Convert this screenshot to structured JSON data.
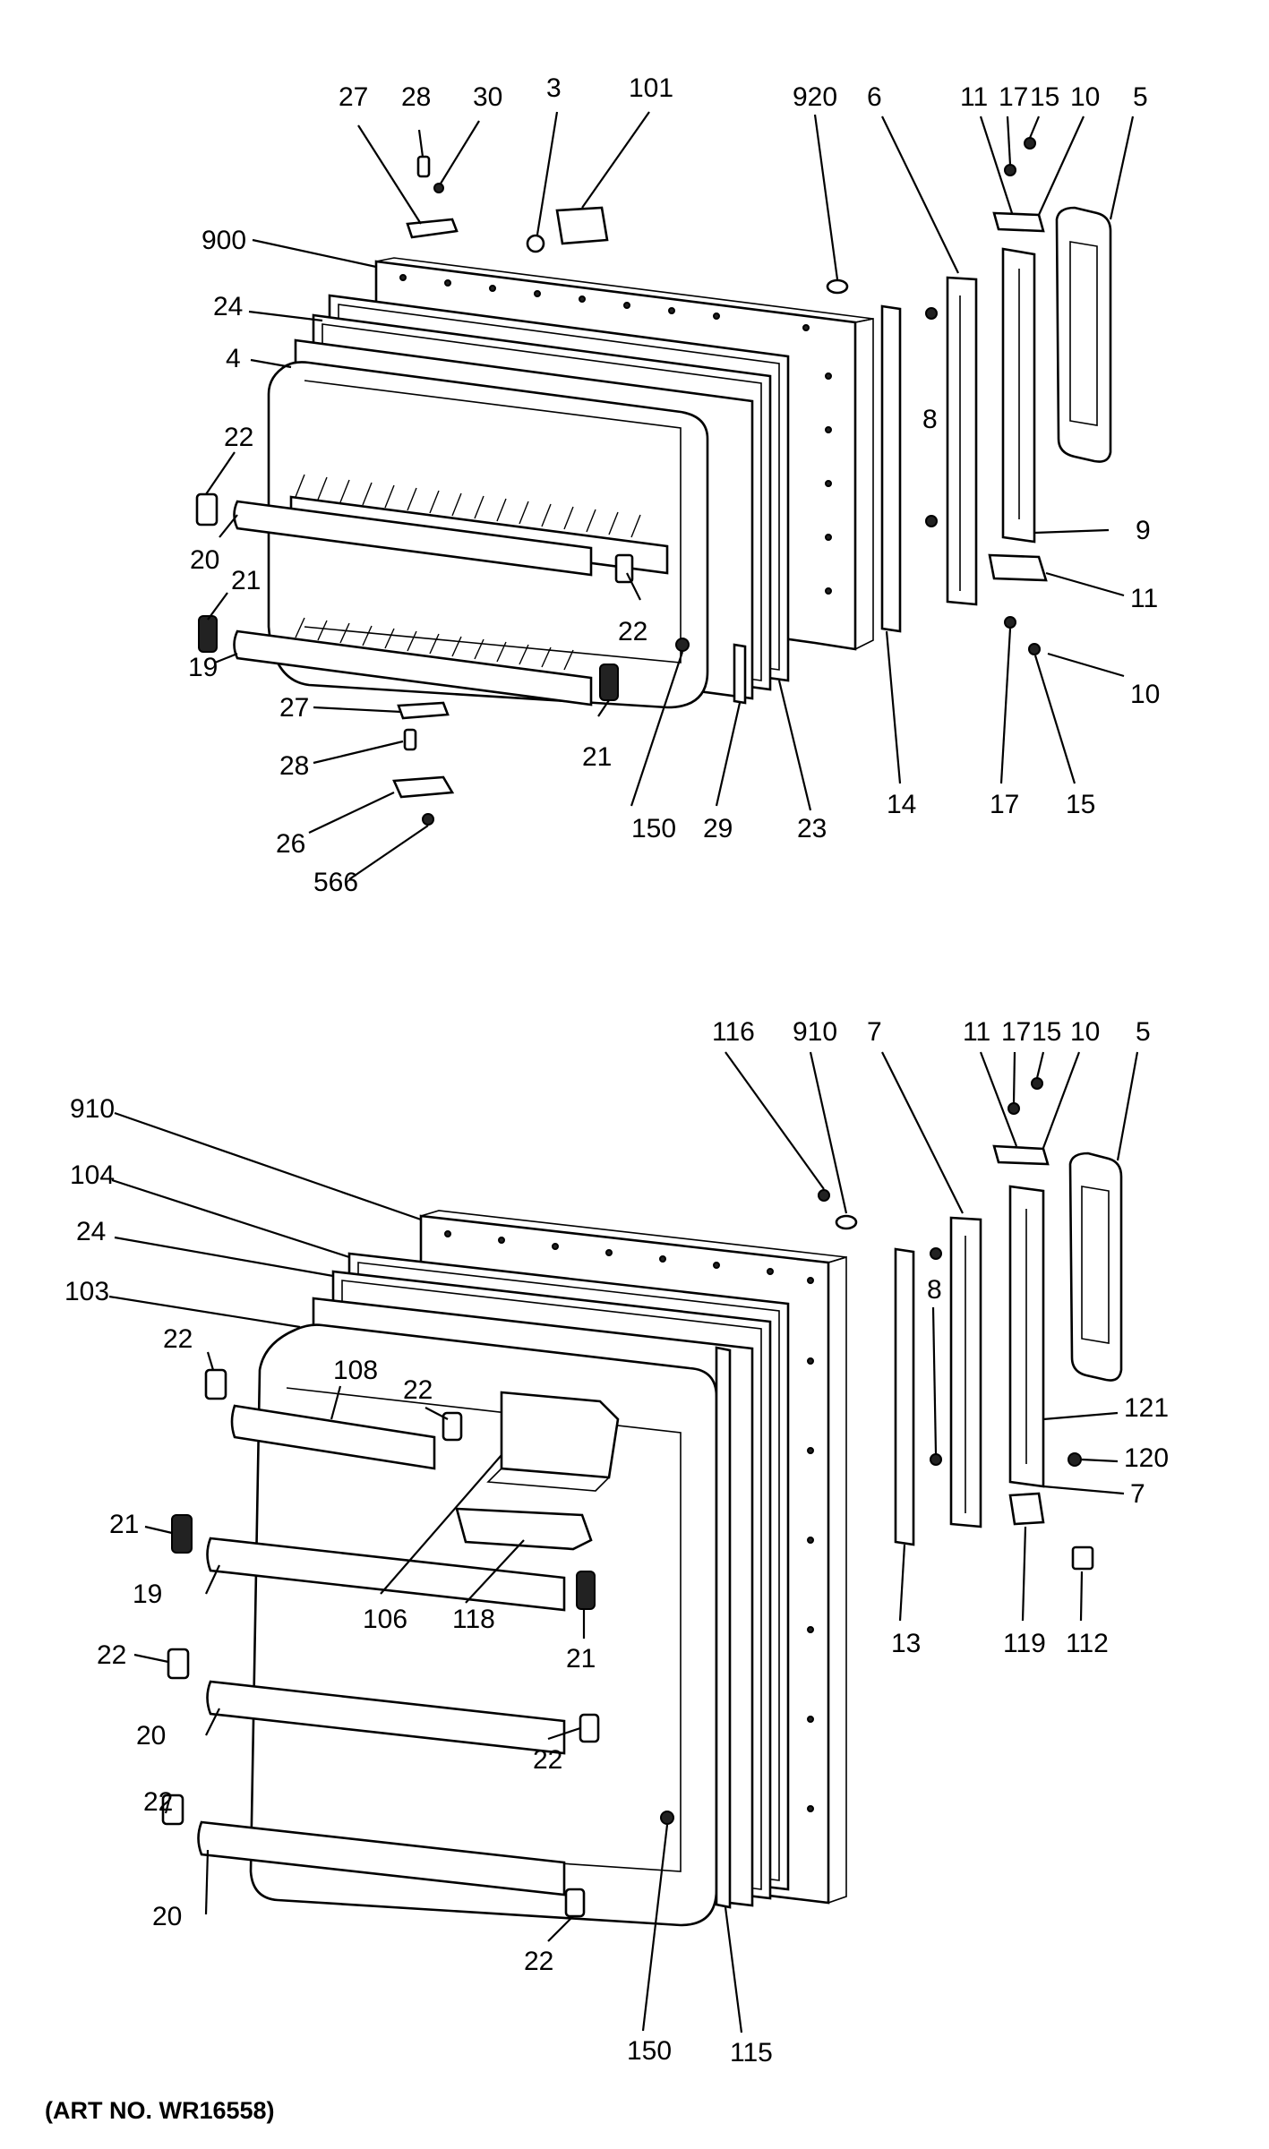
{
  "art_number": "(ART NO. WR16558)",
  "freezer_door_callouts": [
    "27",
    "28",
    "30",
    "3",
    "101",
    "920",
    "6",
    "11",
    "17",
    "15",
    "10",
    "5",
    "900",
    "24",
    "4",
    "22",
    "8",
    "9",
    "20",
    "21",
    "22",
    "11",
    "10",
    "19",
    "27",
    "21",
    "28",
    "17",
    "15",
    "14",
    "150",
    "29",
    "23",
    "26",
    "566"
  ],
  "fresh_food_door_callouts": [
    "116",
    "910",
    "7",
    "11",
    "17",
    "15",
    "10",
    "5",
    "910",
    "104",
    "24",
    "103",
    "22",
    "108",
    "22",
    "8",
    "21",
    "121",
    "120",
    "19",
    "106",
    "118",
    "7",
    "21",
    "13",
    "119",
    "112",
    "22",
    "20",
    "22",
    "22",
    "20",
    "22",
    "150",
    "115"
  ]
}
